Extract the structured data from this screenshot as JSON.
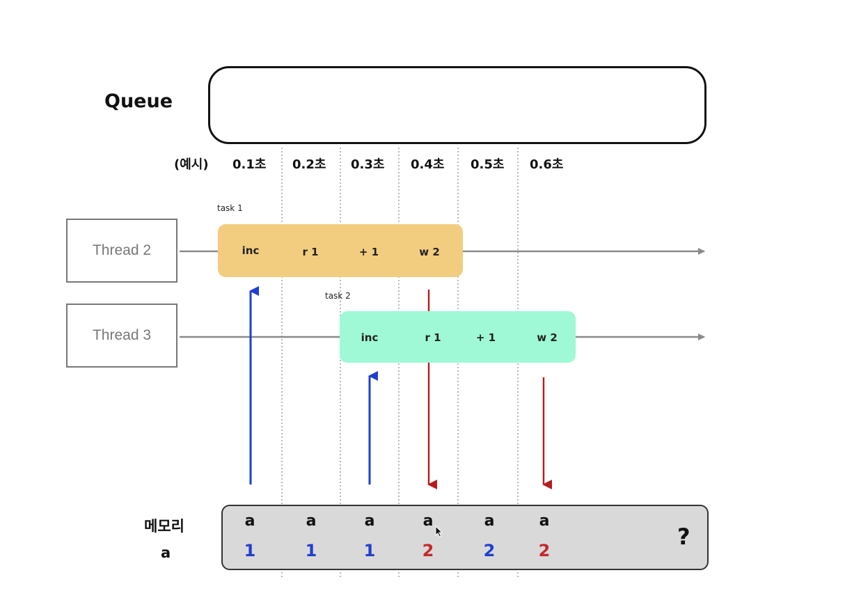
{
  "queue": {
    "label": "Queue"
  },
  "timeline": {
    "example_label": "(예시)",
    "ticks": [
      "0.1초",
      "0.2초",
      "0.3초",
      "0.4초",
      "0.5초",
      "0.6초"
    ]
  },
  "threads": [
    {
      "label": "Thread 2",
      "task_label": "task 1",
      "color": "#f2cd80",
      "steps": [
        "inc",
        "r 1",
        "+ 1",
        "w 2"
      ]
    },
    {
      "label": "Thread 3",
      "task_label": "task 2",
      "color": "#9ff8d6",
      "steps": [
        "inc",
        "r 1",
        "+ 1",
        "w 2"
      ]
    }
  ],
  "memory": {
    "label_line1": "메모리",
    "label_line2": "a",
    "cells": [
      {
        "var": "a",
        "value": "1",
        "color": "#1f3fcf"
      },
      {
        "var": "a",
        "value": "1",
        "color": "#1f3fcf"
      },
      {
        "var": "a",
        "value": "1",
        "color": "#1f3fcf"
      },
      {
        "var": "a",
        "value": "2",
        "color": "#c62828"
      },
      {
        "var": "a",
        "value": "2",
        "color": "#1f3fcf"
      },
      {
        "var": "a",
        "value": "2",
        "color": "#c62828"
      }
    ],
    "unknown": "?"
  },
  "colors": {
    "read_arrow": "#1f3fcf",
    "write_arrow": "#b71c1c",
    "timeline_line": "#8a8a8a",
    "grid_line": "#9a9a9a"
  }
}
